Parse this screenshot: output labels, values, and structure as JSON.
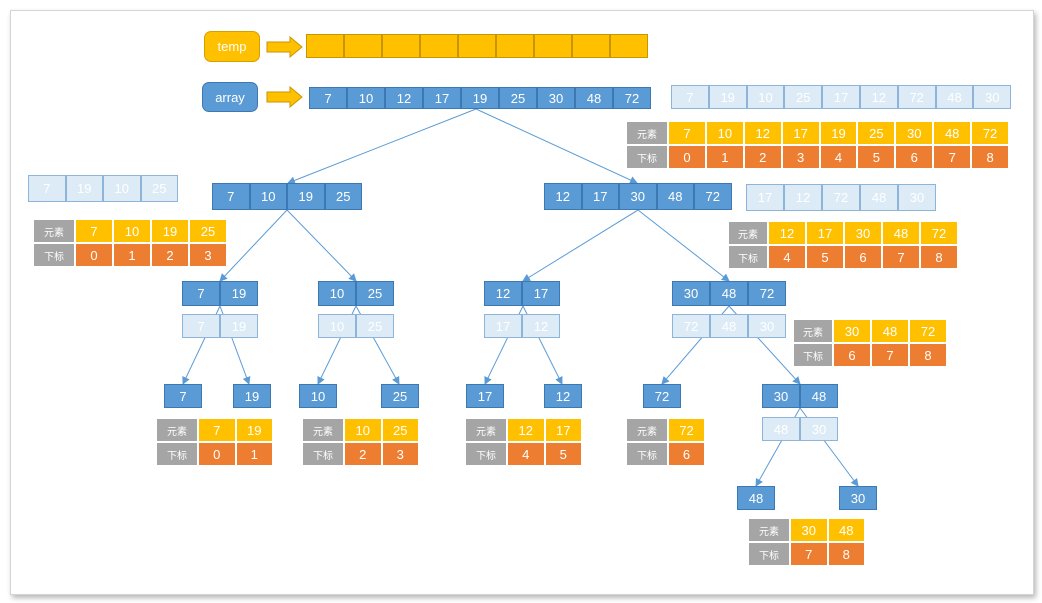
{
  "labels": {
    "temp": "temp",
    "array": "array",
    "element": "元素",
    "index": "下标"
  },
  "colors": {
    "node": "#5b9bd5",
    "ghost": "#ddebf7",
    "temp": "#ffc000",
    "index": "#ed7d31",
    "header": "#a5a5a5",
    "line": "#5b9bd5"
  },
  "temp": [
    "",
    "",
    "",
    "",
    "",
    "",
    "",
    "",
    ""
  ],
  "array": [
    "7",
    "10",
    "12",
    "17",
    "19",
    "25",
    "30",
    "48",
    "72"
  ],
  "nodes": [
    [
      "7",
      "10",
      "19",
      "25"
    ],
    [
      "12",
      "17",
      "30",
      "48",
      "72"
    ],
    [
      "7",
      "19"
    ],
    [
      "10",
      "25"
    ],
    [
      "12",
      "17"
    ],
    [
      "30",
      "48",
      "72"
    ],
    [
      "7"
    ],
    [
      "19"
    ],
    [
      "10"
    ],
    [
      "25"
    ],
    [
      "17"
    ],
    [
      "12"
    ],
    [
      "72"
    ],
    [
      "30",
      "48"
    ],
    [
      "48"
    ],
    [
      "30"
    ]
  ],
  "ghosts": [
    [
      "7",
      "19",
      "10",
      "25",
      "17",
      "12",
      "72",
      "48",
      "30"
    ],
    [
      "7",
      "19",
      "10",
      "25"
    ],
    [
      "17",
      "12",
      "72",
      "48",
      "30"
    ],
    [
      "7",
      "19"
    ],
    [
      "10",
      "25"
    ],
    [
      "17",
      "12"
    ],
    [
      "72",
      "48",
      "30"
    ],
    [
      "48",
      "30"
    ]
  ],
  "tables": [
    {
      "elements": [
        "7",
        "10",
        "12",
        "17",
        "19",
        "25",
        "30",
        "48",
        "72"
      ],
      "indices": [
        "0",
        "1",
        "2",
        "3",
        "4",
        "5",
        "6",
        "7",
        "8"
      ]
    },
    {
      "elements": [
        "7",
        "10",
        "19",
        "25"
      ],
      "indices": [
        "0",
        "1",
        "2",
        "3"
      ]
    },
    {
      "elements": [
        "12",
        "17",
        "30",
        "48",
        "72"
      ],
      "indices": [
        "4",
        "5",
        "6",
        "7",
        "8"
      ]
    },
    {
      "elements": [
        "30",
        "48",
        "72"
      ],
      "indices": [
        "6",
        "7",
        "8"
      ]
    },
    {
      "elements": [
        "7",
        "19"
      ],
      "indices": [
        "0",
        "1"
      ]
    },
    {
      "elements": [
        "10",
        "25"
      ],
      "indices": [
        "2",
        "3"
      ]
    },
    {
      "elements": [
        "12",
        "17"
      ],
      "indices": [
        "4",
        "5"
      ]
    },
    {
      "elements": [
        "72"
      ],
      "indices": [
        "6"
      ]
    },
    {
      "elements": [
        "30",
        "48"
      ],
      "indices": [
        "7",
        "8"
      ]
    }
  ]
}
